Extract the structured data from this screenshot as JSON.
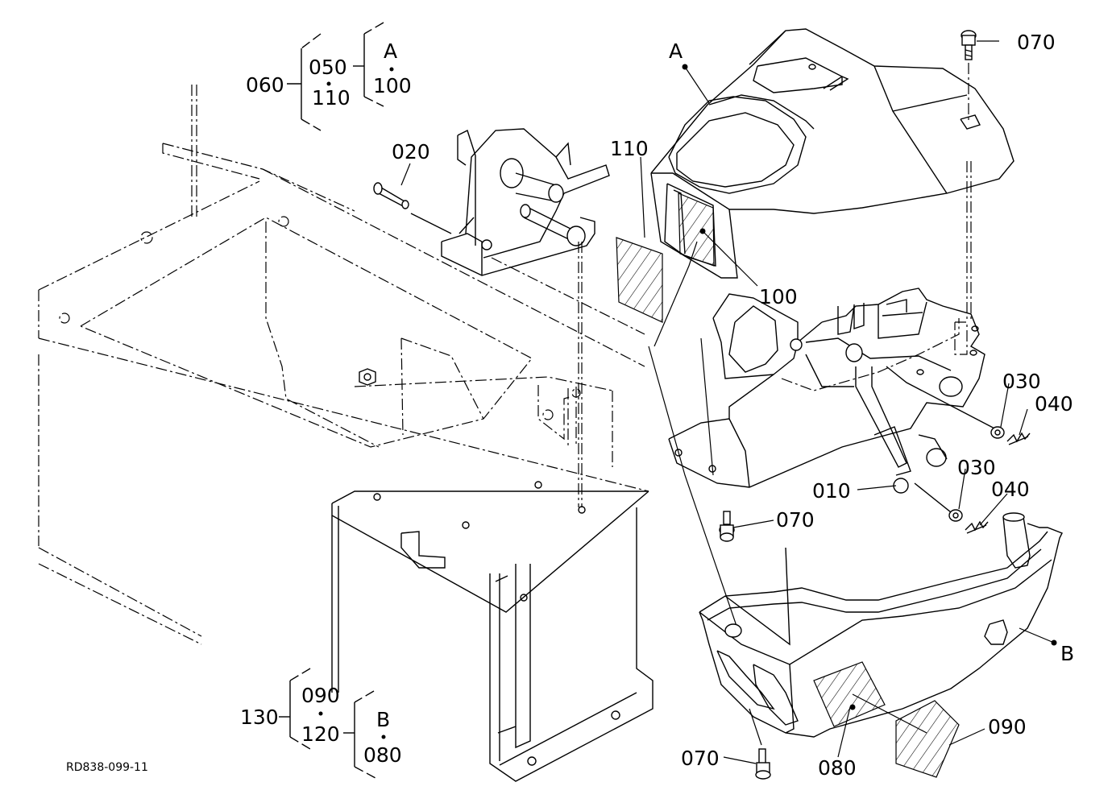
{
  "drawing_id": "RD838-099-11",
  "refs": {
    "A": "A",
    "B": "B"
  },
  "parts": {
    "p010": "010",
    "p020": "020",
    "p030": "030",
    "p040": "040",
    "p050": "050",
    "p060": "060",
    "p070": "070",
    "p080": "080",
    "p090": "090",
    "p100": "100",
    "p110": "110",
    "p120": "120",
    "p130": "130"
  }
}
